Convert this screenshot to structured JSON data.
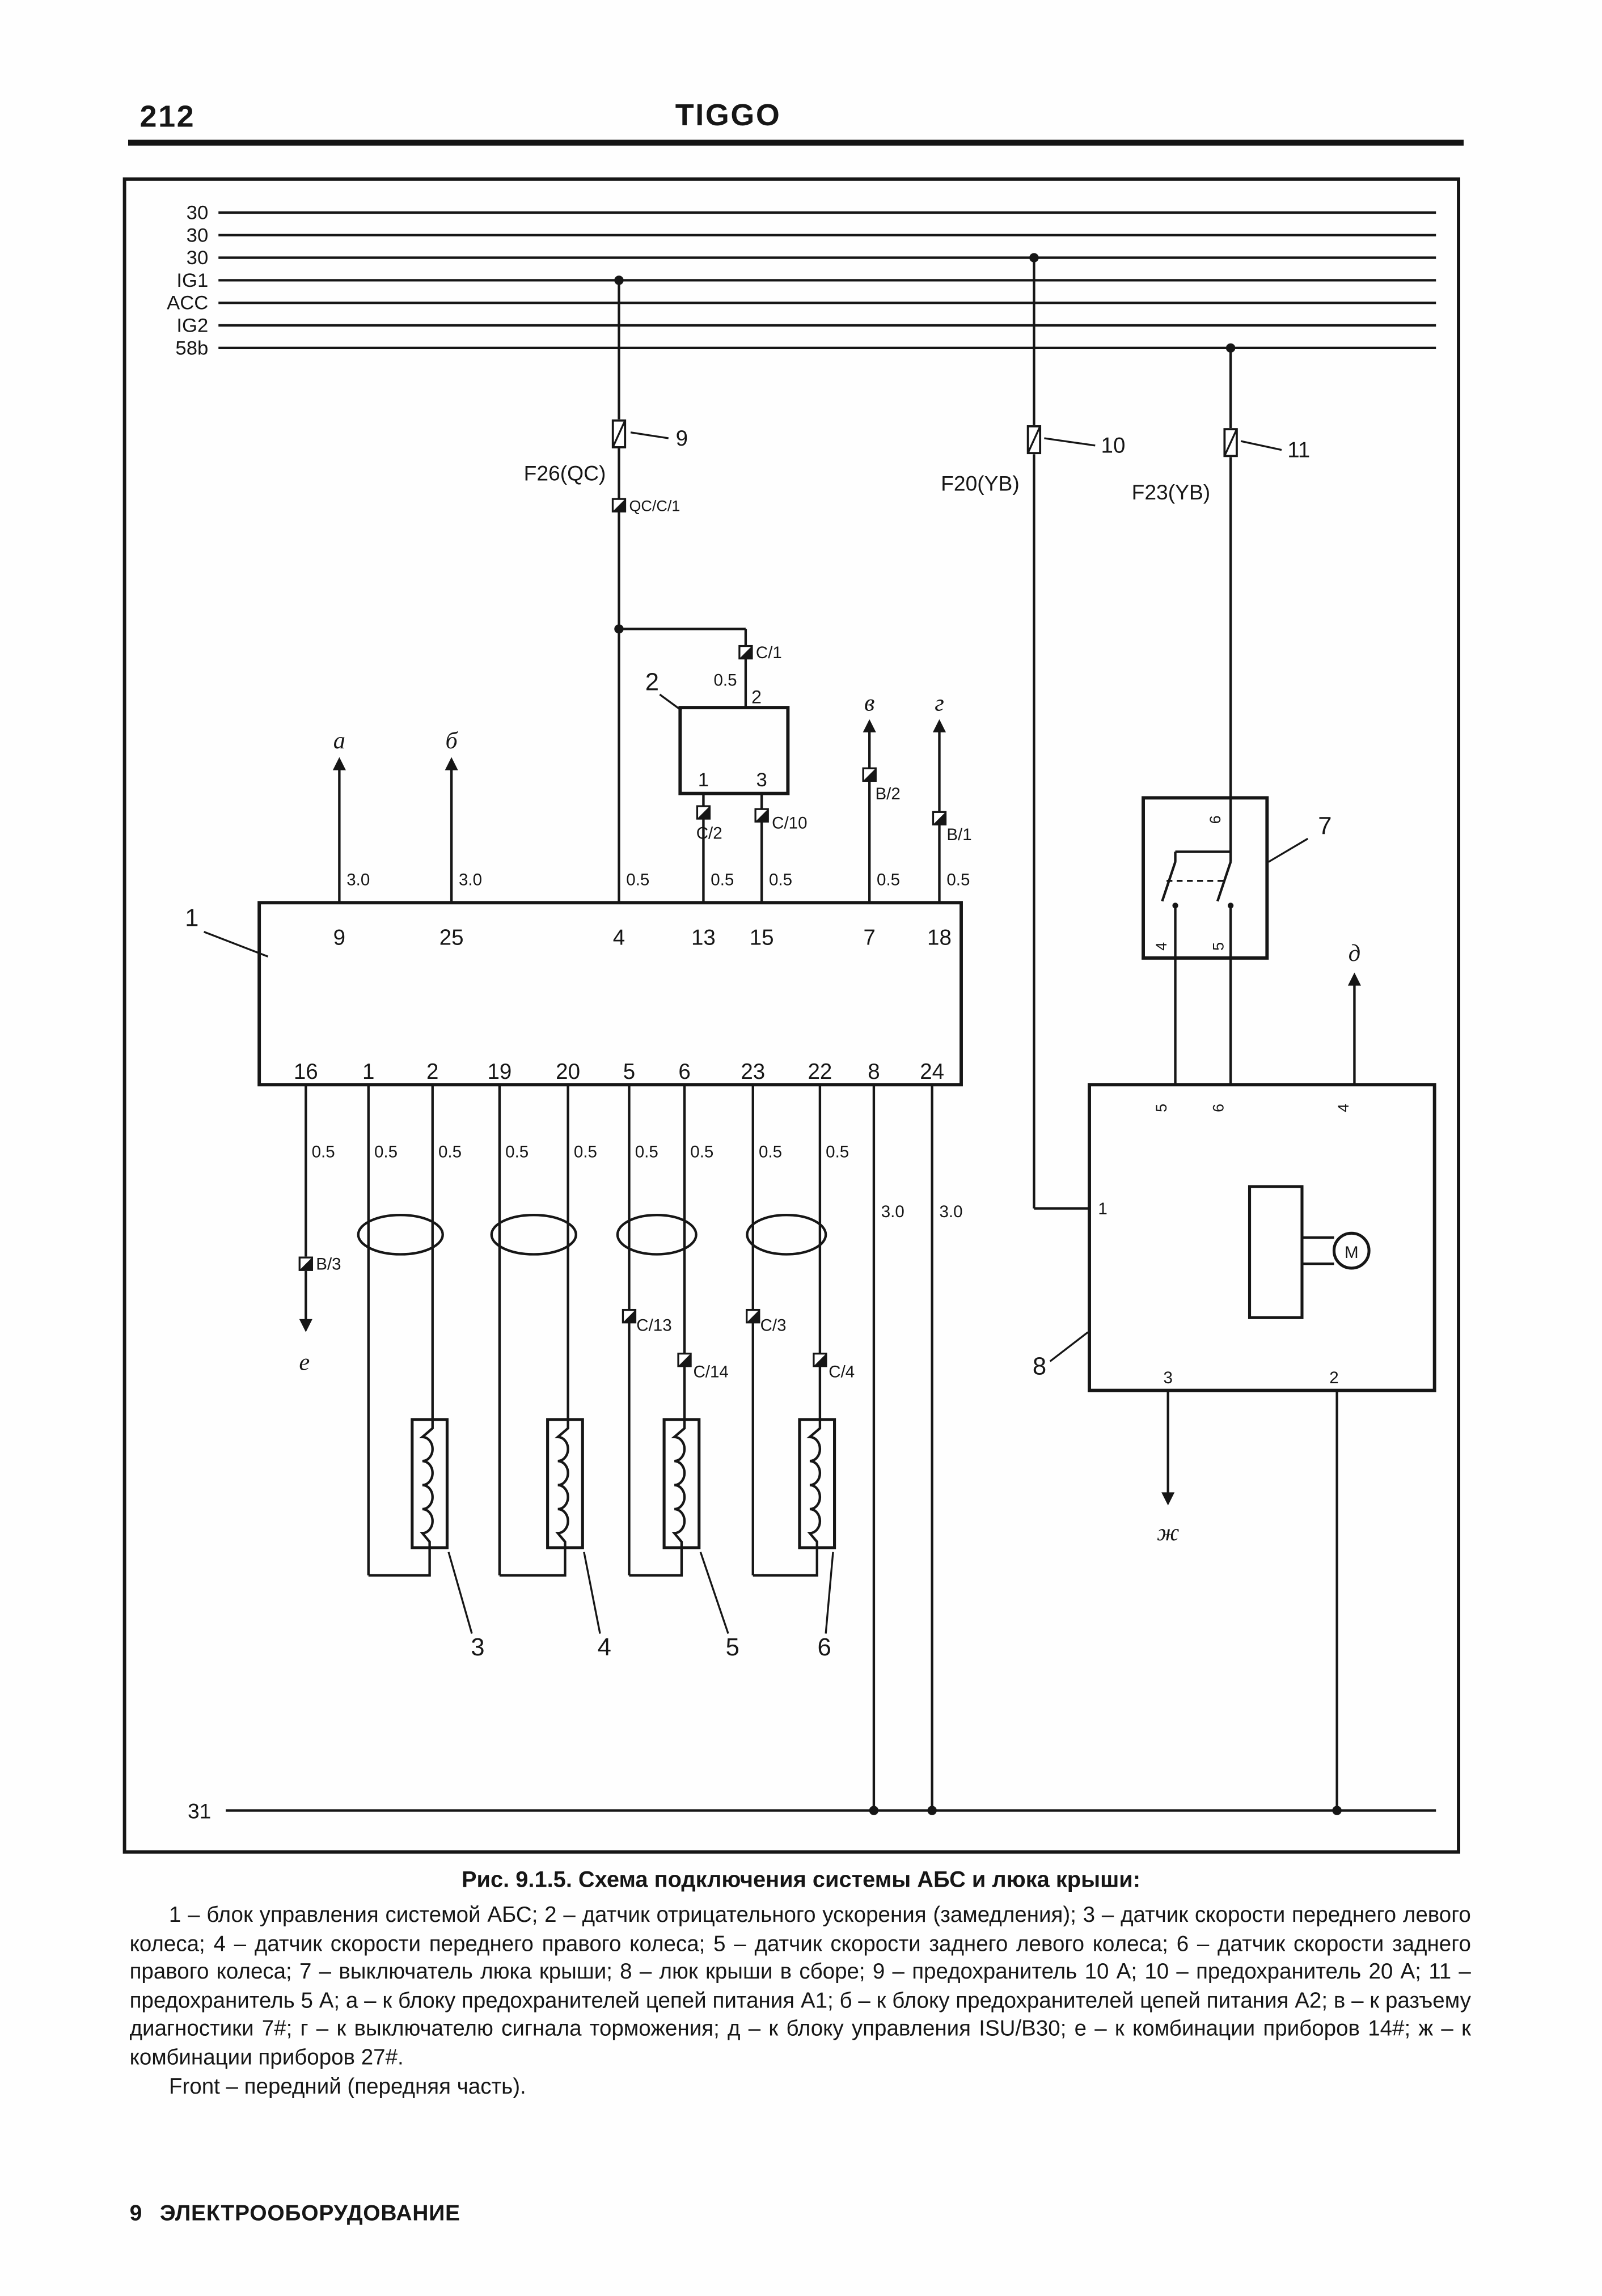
{
  "page": {
    "number": "212",
    "title": "TIGGO",
    "footer": {
      "section_number": "9",
      "section_title": "ЭЛЕКТРООБОРУДОВАНИЕ"
    }
  },
  "figure": {
    "caption": "Рис. 9.1.5. Схема подключения системы АБС и люка крыши:",
    "legend": "1 – блок управления системой АБС; 2 – датчик отрицательного ускорения (замедления); 3 – датчик скорости переднего левого колеса; 4 – датчик скорости переднего правого колеса; 5 – датчик скорости заднего левого колеса; 6 – датчик скорости заднего правого колеса; 7 – выключатель люка крыши; 8 – люк крыши в сборе; 9 – предохранитель 10 А; 10 – предохранитель 20 А; 11 – предохранитель 5 А; а – к блоку предохранителей цепей питания А1; б – к блоку предохранителей цепей питания А2; в – к разъему диагностики 7#; г – к выключателю сигнала торможения; д – к блоку управления ISU/B30; е – к комбинации приборов 14#; ж – к комбинации приборов 27#.",
    "front_note": "Front – передний (передняя часть)."
  },
  "diagram": {
    "bus_labels": [
      "30",
      "30",
      "30",
      "IG1",
      "ACC",
      "IG2",
      "58b"
    ],
    "bottom_bus_label": "31",
    "fuses": {
      "f9": {
        "callout": "9",
        "name": "F26(QC)",
        "connector": "QC/C/1"
      },
      "f10": {
        "callout": "10",
        "name": "F20(YB)"
      },
      "f11": {
        "callout": "11",
        "name": "F23(YB)"
      }
    },
    "connectors": {
      "c1": "C/1",
      "c2": "C/2",
      "c10": "C/10",
      "b2": "B/2",
      "b1": "B/1",
      "b3": "B/3",
      "c13": "C/13",
      "c14": "C/14",
      "c3": "C/3",
      "c4": "C/4"
    },
    "wire_gauges": {
      "thick": "3.0",
      "thin": "0.5"
    },
    "arrow_labels": {
      "a": "а",
      "b": "б",
      "v": "в",
      "g": "г",
      "d": "д",
      "e": "е",
      "zh": "ж"
    },
    "abs_ecu": {
      "callout": "1",
      "top_pins": [
        "9",
        "25",
        "4",
        "13",
        "15",
        "7",
        "18"
      ],
      "bottom_pins": [
        "16",
        "1",
        "2",
        "19",
        "20",
        "5",
        "6",
        "23",
        "22",
        "8",
        "24"
      ]
    },
    "accel_sensor": {
      "callout": "2",
      "pin_top": "2",
      "pin_left": "1",
      "pin_right": "3"
    },
    "wheel_sensors": {
      "callouts": [
        "3",
        "4",
        "5",
        "6"
      ]
    },
    "sunroof_switch": {
      "callout": "7",
      "pin_top": "6",
      "pin_bottom_left": "4",
      "pin_bottom_right": "5"
    },
    "sunroof_assembly": {
      "callout": "8",
      "pin_left": "1",
      "pin_top_1": "5",
      "pin_top_2": "6",
      "pin_top_3": "4",
      "pin_bottom_1": "3",
      "pin_bottom_2": "2",
      "motor": "M"
    }
  }
}
